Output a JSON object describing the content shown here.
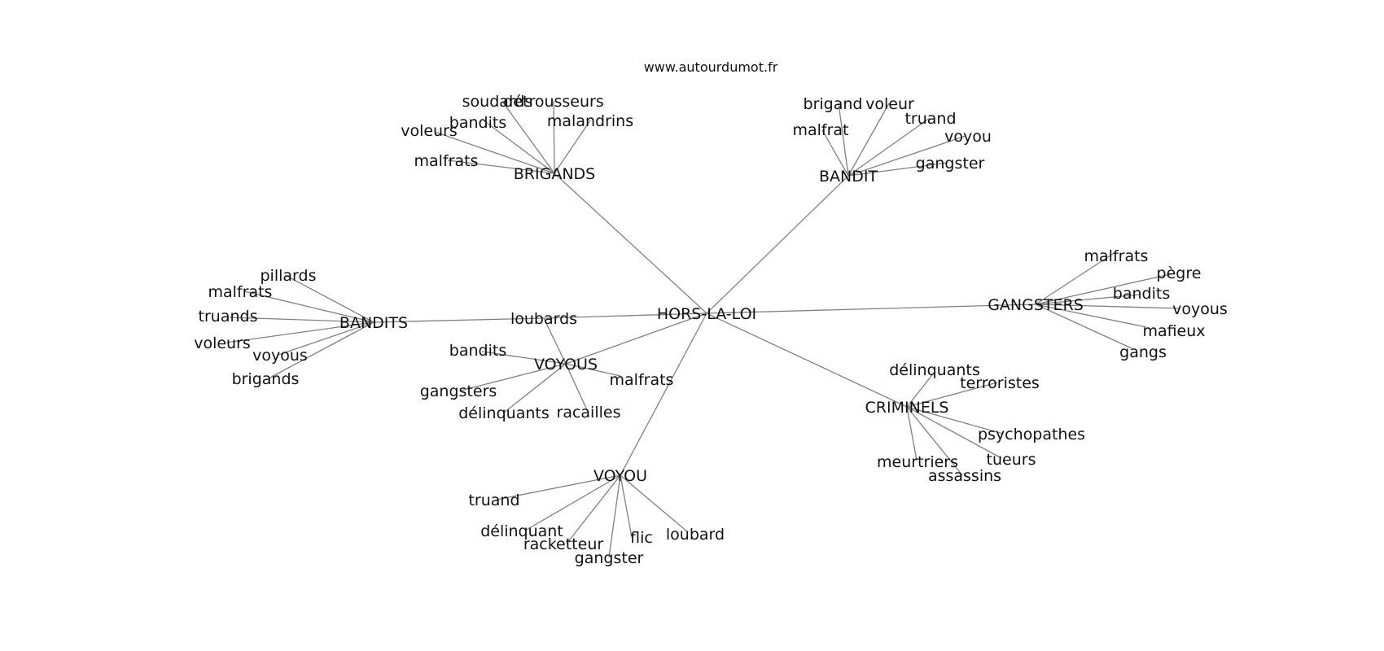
{
  "watermark": "www.autourdumot.fr",
  "graph": {
    "center": "HORS-LA-LOI",
    "hubs": [
      {
        "id": "brigands",
        "label": "BRIGANDS",
        "leaves": [
          "soudards",
          "détrousseurs",
          "bandits",
          "malandrins",
          "voleurs",
          "malfrats"
        ]
      },
      {
        "id": "bandit",
        "label": "BANDIT",
        "leaves": [
          "brigand",
          "voleur",
          "truand",
          "malfrat",
          "voyou",
          "gangster"
        ]
      },
      {
        "id": "gangsters",
        "label": "GANGSTERS",
        "leaves": [
          "malfrats",
          "pègre",
          "bandits",
          "voyous",
          "mafieux",
          "gangs"
        ]
      },
      {
        "id": "criminels",
        "label": "CRIMINELS",
        "leaves": [
          "délinquants",
          "terroristes",
          "psychopathes",
          "tueurs",
          "meurtriers",
          "assassins"
        ]
      },
      {
        "id": "voyou",
        "label": "VOYOU",
        "leaves": [
          "truand",
          "délinquant",
          "racketteur",
          "gangster",
          "flic",
          "loubard"
        ]
      },
      {
        "id": "voyous",
        "label": "VOYOUS",
        "leaves": [
          "loubards",
          "bandits",
          "gangsters",
          "délinquants",
          "racailles",
          "malfrats"
        ]
      },
      {
        "id": "bandits",
        "label": "BANDITS",
        "leaves": [
          "pillards",
          "malfrats",
          "truands",
          "voleurs",
          "voyous",
          "brigands"
        ]
      }
    ],
    "cross_links": [
      {
        "from": "loubards",
        "to": "center"
      },
      {
        "from": "loubards",
        "to": "bandits"
      }
    ]
  }
}
